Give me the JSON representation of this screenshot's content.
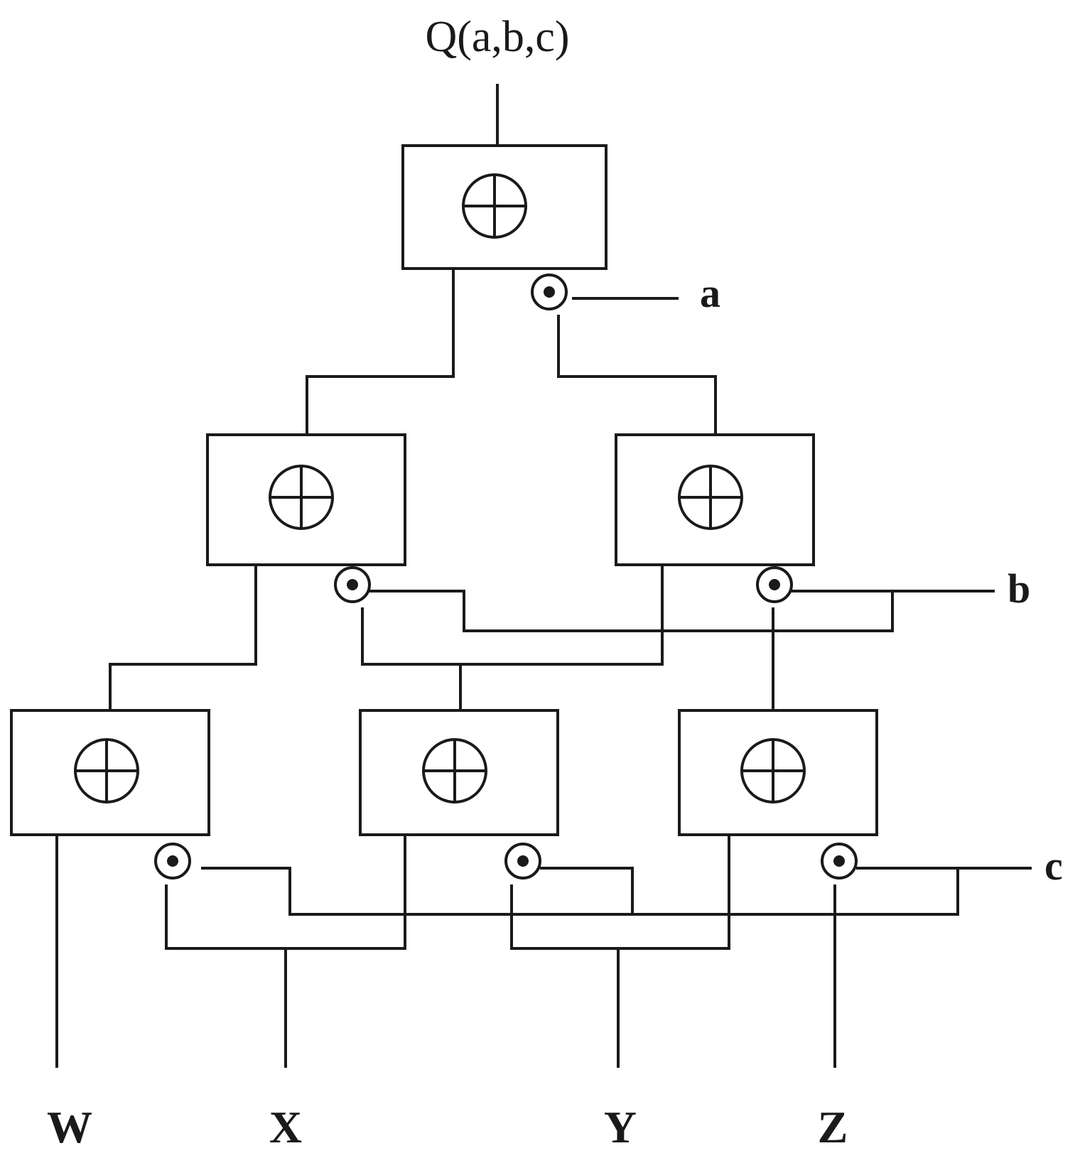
{
  "diagram": {
    "output_label": "Q(a,b,c)",
    "control_labels": {
      "a": "a",
      "b": "b",
      "c": "c"
    },
    "input_labels": {
      "w": "W",
      "x": "X",
      "y": "Y",
      "z": "Z"
    },
    "operator_symbol": "circled-plus-icon",
    "control_port_symbol": "circled-dot-icon",
    "colors": {
      "line": "#1a1a1a",
      "background": "#ffffff"
    }
  }
}
